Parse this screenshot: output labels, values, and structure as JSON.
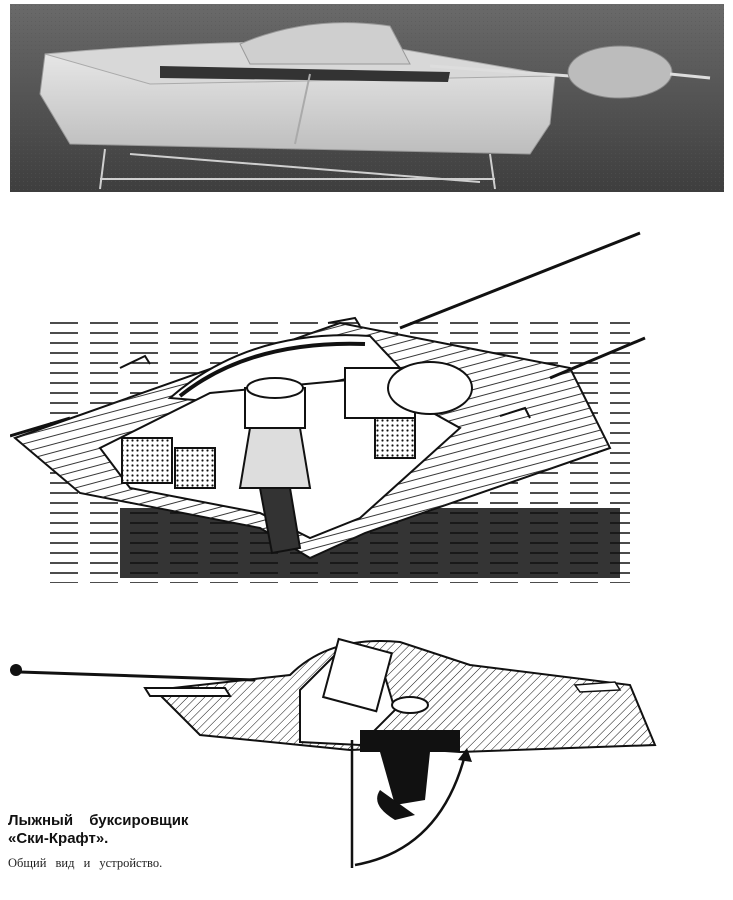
{
  "caption": {
    "title_line1": "Лыжный буксировщик",
    "title_line2": "«Ски-Крафт».",
    "subtitle": "Общий вид и устройство."
  },
  "figures": {
    "photo_icon": "boat-photo",
    "cutaway_icon": "boat-cutaway-drawing",
    "section_icon": "boat-section-drawing"
  }
}
